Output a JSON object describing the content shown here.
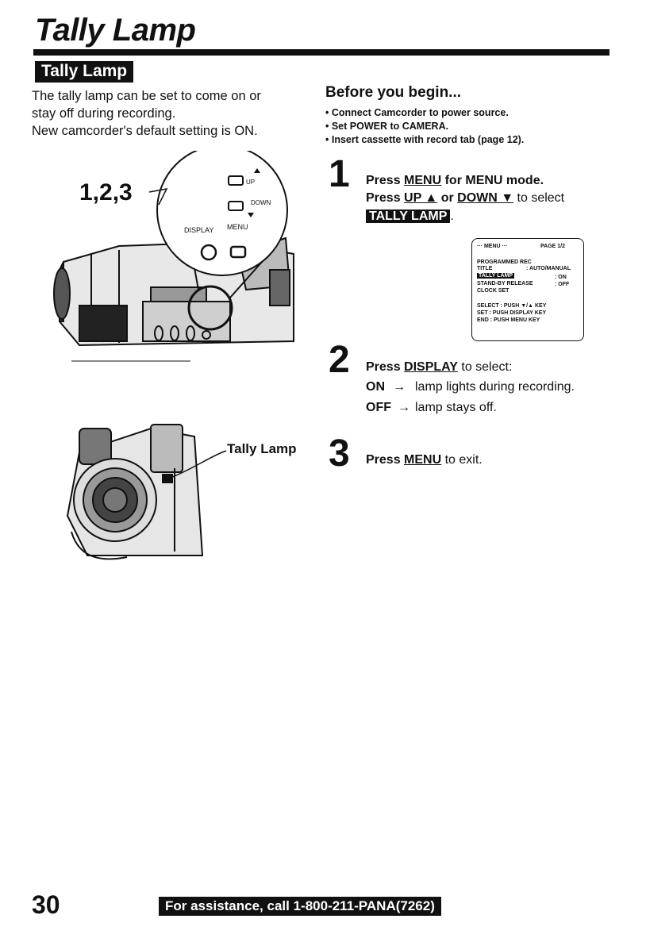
{
  "page": {
    "title": "Tally Lamp",
    "section_badge": "Tally Lamp"
  },
  "intro": {
    "lines": [
      "The tally lamp can be set to come on or",
      "stay off during recording.",
      "New camcorder's default setting is ON."
    ]
  },
  "before_you_begin": {
    "heading": "Before you begin...",
    "items": [
      "• Connect Camcorder to power source.",
      "• Set POWER to CAMERA.",
      "• Insert cassette with record tab (page 12)."
    ]
  },
  "figure_top": {
    "step_label": "1,2,3",
    "up_label": "UP",
    "down_label": "DOWN",
    "display_label": "DISPLAY",
    "menu_label": "MENU"
  },
  "figure_bottom": {
    "callout": "Tally Lamp"
  },
  "step1": {
    "number": "1",
    "line1_pre": "Press ",
    "line1_key": "MENU",
    "line1_post": " for MENU mode.",
    "line2_pre": "Press ",
    "line2_key_up": "UP ▲",
    "line2_mid": " or ",
    "line2_key_down": "DOWN ▼",
    "line2_post": " to select",
    "line3_item": "TALLY LAMP",
    "line3_post": "."
  },
  "menu_screen": {
    "header_left": "··· MENU ···",
    "header_right": "PAGE 1/2",
    "rows": [
      "PROGRAMMED REC",
      "TITLE",
      "TALLY LAMP",
      "STAND-BY RELEASE",
      "CLOCK SET"
    ],
    "values": {
      "title": ": AUTO/MANUAL",
      "tally": ": ON",
      "standby": ": OFF"
    },
    "help": [
      "SELECT : PUSH ▼/▲ KEY",
      "SET    : PUSH DISPLAY KEY",
      "END    : PUSH MENU KEY"
    ]
  },
  "step2": {
    "number": "2",
    "line1_pre": "Press ",
    "line1_key": "DISPLAY",
    "line1_post": " to select:",
    "on_label": "ON",
    "on_arrow": "→",
    "on_text": "lamp lights during recording.",
    "off_label": "OFF",
    "off_arrow": "→",
    "off_text": "lamp stays off."
  },
  "step3": {
    "number": "3",
    "line1_pre": "Press ",
    "line1_key": "MENU",
    "line1_post": " to exit."
  },
  "footer": {
    "page_number": "30",
    "assistance": "For assistance, call 1-800-211-PANA(7262)"
  }
}
